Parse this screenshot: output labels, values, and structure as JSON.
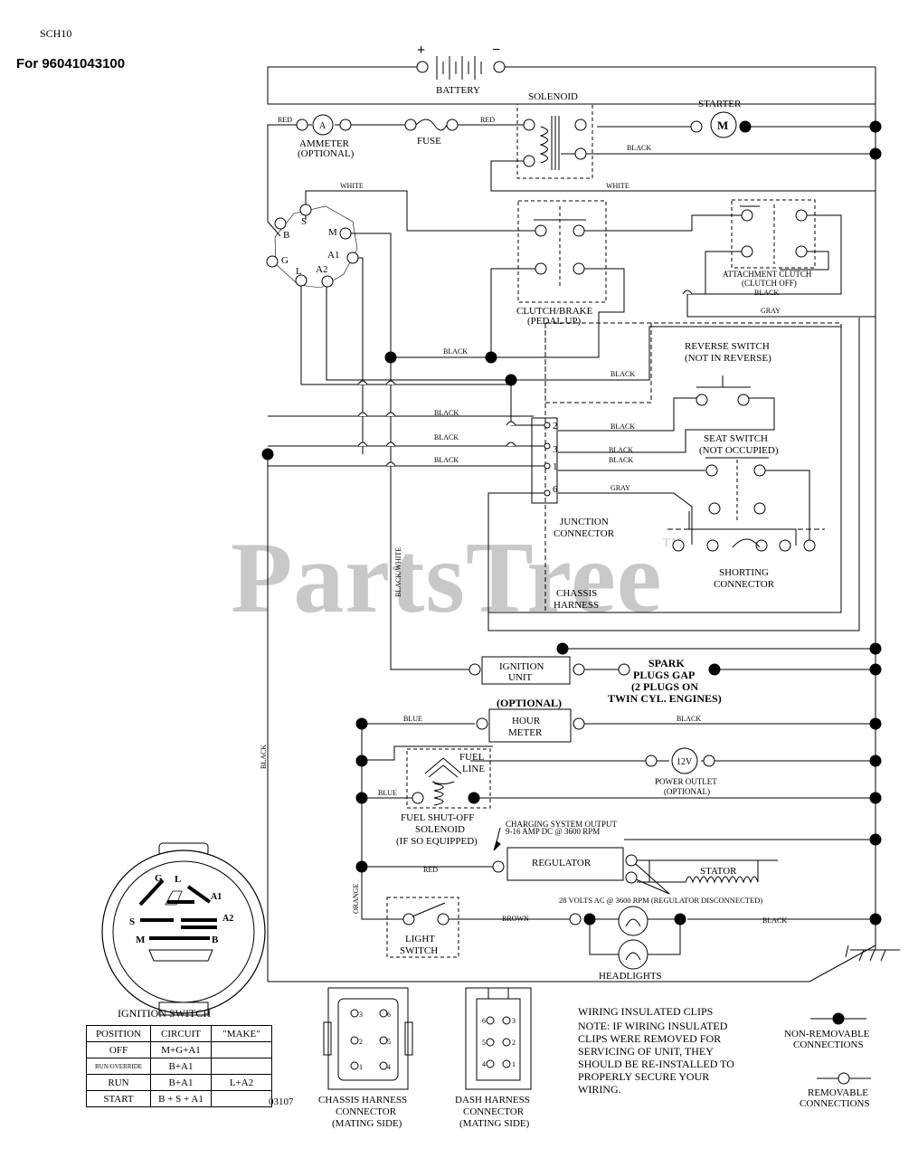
{
  "header": {
    "code": "SCH10",
    "model": "For 96041043100"
  },
  "watermark": {
    "text": "PartsTree",
    "tm": "TM"
  },
  "components": {
    "battery": "BATTERY",
    "solenoid": "SOLENOID",
    "starter": "STARTER",
    "ammeter": [
      "AMMETER",
      "(OPTIONAL)"
    ],
    "fuse": "FUSE",
    "attachment_clutch": [
      "ATTACHMENT CLUTCH",
      "(CLUTCH OFF)"
    ],
    "clutch_brake": [
      "CLUTCH/BRAKE",
      "(PEDAL UP)"
    ],
    "reverse_switch": [
      "REVERSE SWITCH",
      "(NOT IN REVERSE)"
    ],
    "seat_switch": [
      "SEAT SWITCH",
      "(NOT OCCUPIED)"
    ],
    "junction_connector": [
      "JUNCTION",
      "CONNECTOR"
    ],
    "shorting_connector": [
      "SHORTING",
      "CONNECTOR"
    ],
    "chassis_harness": [
      "CHASSIS",
      "HARNESS"
    ],
    "ignition_unit": [
      "IGNITION",
      "UNIT"
    ],
    "spark_plugs": [
      "SPARK",
      "PLUGS GAP",
      "(2 PLUGS ON",
      "TWIN CYL. ENGINES)"
    ],
    "optional": "(OPTIONAL)",
    "hour_meter": [
      "HOUR",
      "METER"
    ],
    "fuel_line": [
      "FUEL",
      "LINE"
    ],
    "power_outlet": [
      "POWER OUTLET",
      "(OPTIONAL)"
    ],
    "power_outlet_symbol": "12V",
    "fuel_solenoid": [
      "FUEL SHUT-OFF",
      "SOLENOID",
      "(IF SO EQUIPPED)"
    ],
    "charging_output": [
      "CHARGING SYSTEM OUTPUT",
      "9-16 AMP DC @ 3600 RPM"
    ],
    "regulator": "REGULATOR",
    "stator": "STATOR",
    "stator_note": "28 VOLTS AC @ 3600 RPM (REGULATOR DISCONNECTED)",
    "light_switch": [
      "LIGHT",
      "SWITCH"
    ],
    "headlights": "HEADLIGHTS",
    "ammeter_symbol": "A",
    "starter_symbol": "M"
  },
  "wires": {
    "red": "RED",
    "black": "BLACK",
    "white": "WHITE",
    "gray": "GRAY",
    "blue": "BLUE",
    "orange": "ORANGE",
    "brown": "BROWN",
    "black_white": "BLACK/WHITE"
  },
  "terminals": [
    "S",
    "M",
    "B",
    "A1",
    "G",
    "L",
    "A2"
  ],
  "junction_pins": [
    "2",
    "3",
    "1",
    "6"
  ],
  "ignition_switch": {
    "title": "IGNITION SWITCH",
    "headers": [
      "POSITION",
      "CIRCUIT",
      "\"MAKE\""
    ],
    "rows": [
      [
        "OFF",
        "M+G+A1",
        ""
      ],
      [
        "RUN/OVERRIDE",
        "B+A1",
        ""
      ],
      [
        "RUN",
        "B+A1",
        "L+A2"
      ],
      [
        "START",
        "B + S + A1",
        ""
      ]
    ],
    "labels": [
      "G",
      "L",
      "A1",
      "S",
      "A2",
      "M",
      "B"
    ]
  },
  "part_number": "03107",
  "chassis_connector": {
    "title": [
      "CHASSIS HARNESS",
      "CONNECTOR",
      "(MATING SIDE)"
    ],
    "pins": [
      "3",
      "6",
      "2",
      "5",
      "1",
      "4"
    ]
  },
  "dash_connector": {
    "title": [
      "DASH HARNESS",
      "CONNECTOR",
      "(MATING SIDE)"
    ],
    "pins": [
      "6",
      "3",
      "5",
      "2",
      "4",
      "1"
    ]
  },
  "note": [
    "WIRING INSULATED CLIPS",
    "NOTE:  IF WIRING INSULATED",
    "CLIPS WERE REMOVED FOR",
    "SERVICING OF UNIT, THEY",
    "SHOULD BE RE-INSTALLED TO",
    "PROPERLY SECURE YOUR",
    " WIRING."
  ],
  "legend": {
    "non_removable": [
      "NON-REMOVABLE",
      "CONNECTIONS"
    ],
    "removable": [
      "REMOVABLE",
      "CONNECTIONS"
    ]
  },
  "polarity": {
    "plus": "+",
    "minus": "−"
  }
}
